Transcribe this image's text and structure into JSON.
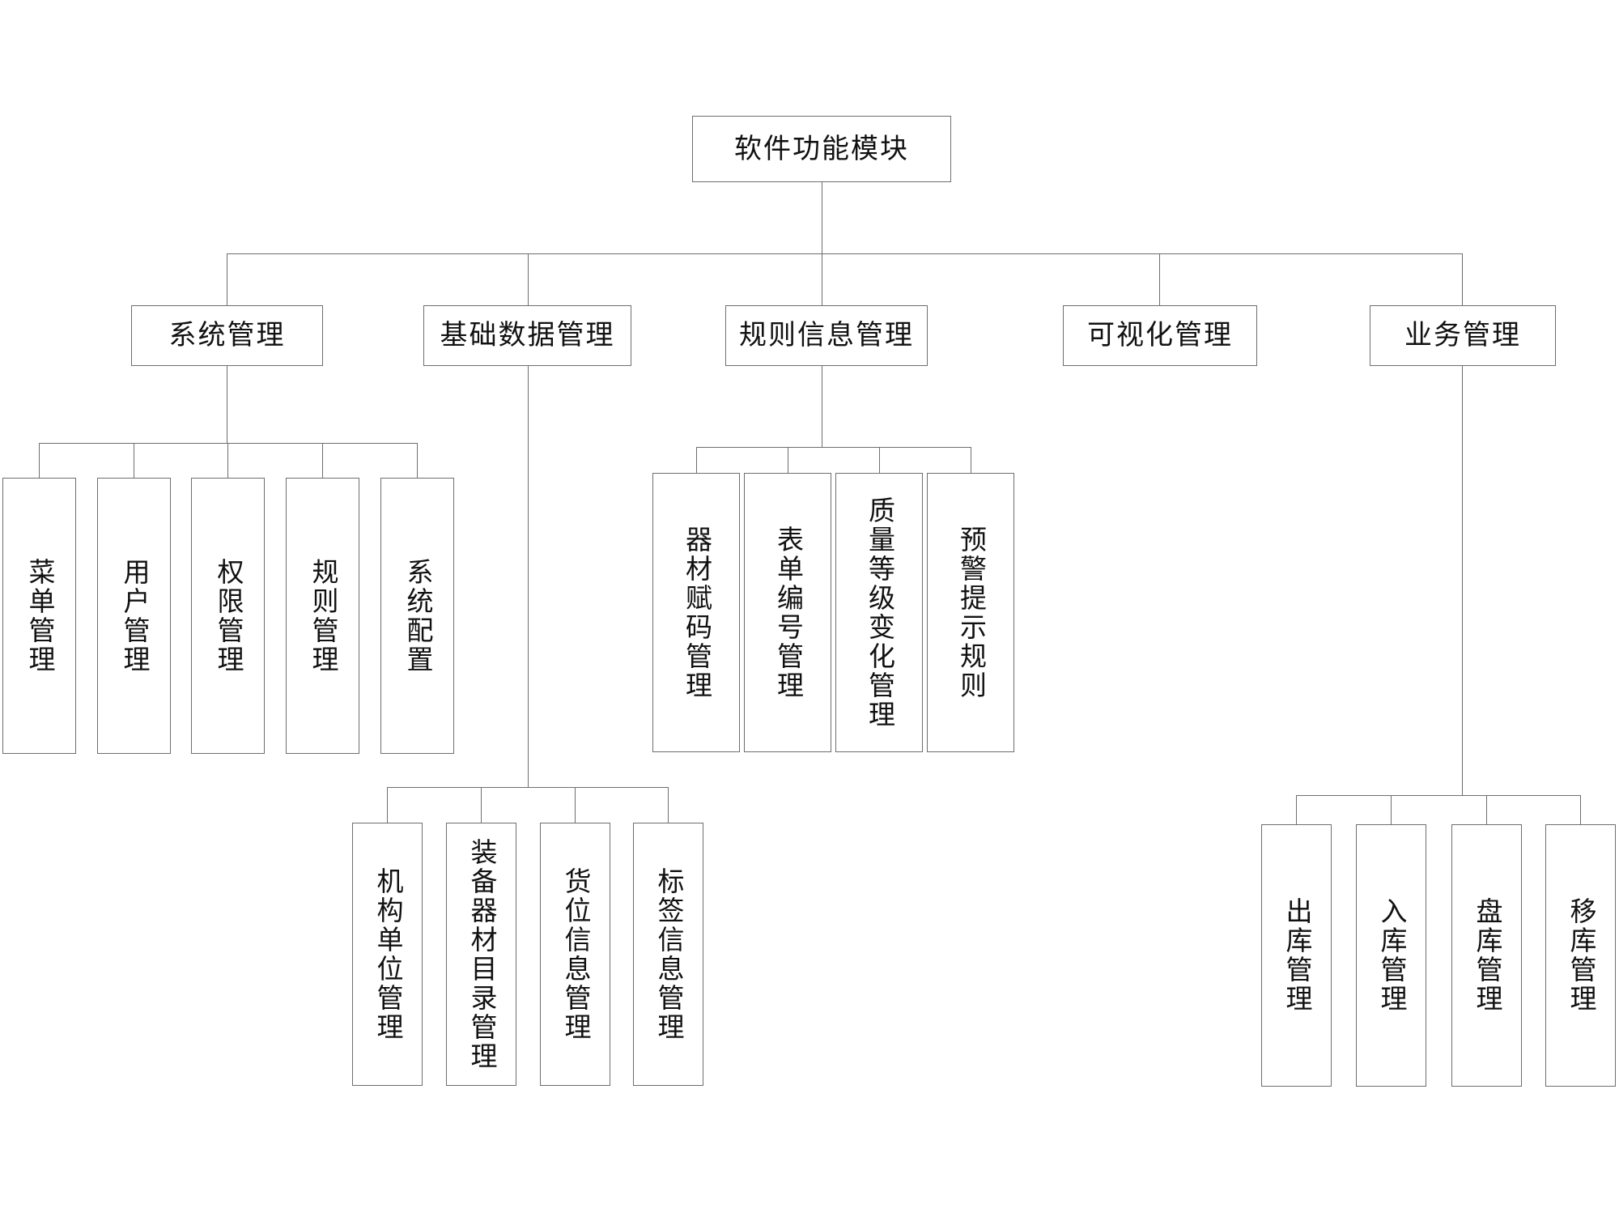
{
  "diagram": {
    "type": "tree",
    "title": "软件功能模块",
    "root": {
      "label": "软件功能模块"
    },
    "level2": [
      {
        "label": "系统管理"
      },
      {
        "label": "基础数据管理"
      },
      {
        "label": "规则信息管理"
      },
      {
        "label": "可视化管理"
      },
      {
        "label": "业务管理"
      }
    ],
    "system_children": [
      {
        "label": "菜单管理"
      },
      {
        "label": "用户管理"
      },
      {
        "label": "权限管理"
      },
      {
        "label": "规则管理"
      },
      {
        "label": "系统配置"
      }
    ],
    "rule_children": [
      {
        "label": "器材赋码管理"
      },
      {
        "label": "表单编号管理"
      },
      {
        "label": "质量等级变化管理"
      },
      {
        "label": "预警提示规则"
      }
    ],
    "basedata_children": [
      {
        "label": "机构单位管理"
      },
      {
        "label": "装备器材目录管理"
      },
      {
        "label": "货位信息管理"
      },
      {
        "label": "标签信息管理"
      }
    ],
    "business_children": [
      {
        "label": "出库管理"
      },
      {
        "label": "入库管理"
      },
      {
        "label": "盘库管理"
      },
      {
        "label": "移库管理"
      }
    ],
    "colors": {
      "border": "#6e6e6e",
      "text": "#111111",
      "background": "#ffffff"
    }
  }
}
